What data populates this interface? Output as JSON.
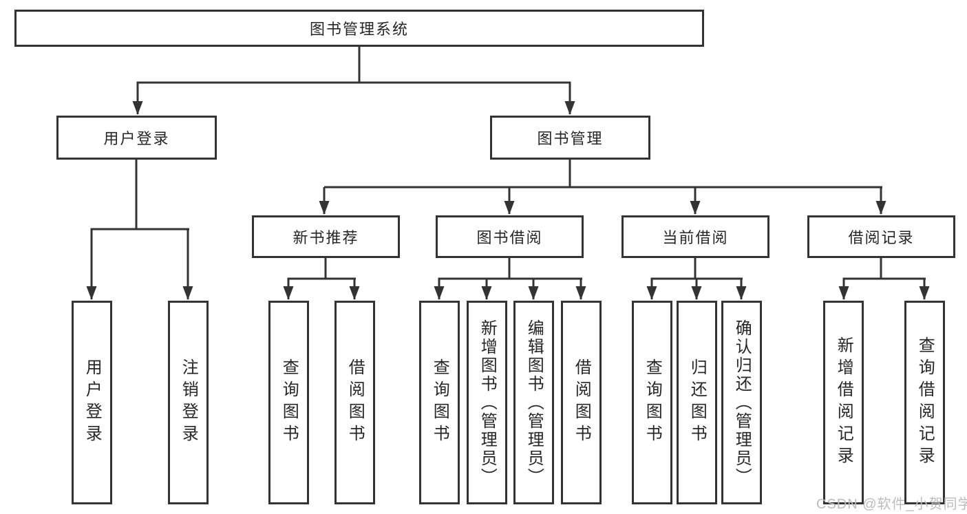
{
  "diagram": {
    "root": {
      "label": "图书管理系统"
    },
    "level2": [
      {
        "label": "用户登录"
      },
      {
        "label": "图书管理"
      }
    ],
    "level3": [
      {
        "label": "新书推荐",
        "parent": "图书管理"
      },
      {
        "label": "图书借阅",
        "parent": "图书管理"
      },
      {
        "label": "当前借阅",
        "parent": "图书管理"
      },
      {
        "label": "借阅记录",
        "parent": "图书管理"
      }
    ],
    "leaves": [
      {
        "label": "用户登录",
        "parent": "用户登录"
      },
      {
        "label": "注销登录",
        "parent": "用户登录"
      },
      {
        "label": "查询图书",
        "parent": "新书推荐"
      },
      {
        "label": "借阅图书",
        "parent": "新书推荐"
      },
      {
        "label": "查询图书",
        "parent": "图书借阅"
      },
      {
        "label": "新增图书（管理员）",
        "parent": "图书借阅"
      },
      {
        "label": "编辑图书（管理员）",
        "parent": "图书借阅"
      },
      {
        "label": "借阅图书",
        "parent": "图书借阅"
      },
      {
        "label": "查询图书",
        "parent": "当前借阅"
      },
      {
        "label": "归还图书",
        "parent": "当前借阅"
      },
      {
        "label": "确认归还（管理员）",
        "parent": "当前借阅"
      },
      {
        "label": "新增借阅记录",
        "parent": "借阅记录"
      },
      {
        "label": "查询借阅记录",
        "parent": "借阅记录"
      }
    ],
    "watermark": "CSDN @软件_小贺同学",
    "colors": {
      "line": "#333333",
      "text": "#262626",
      "box_background": "#ffffff",
      "watermark": "#bcbcbc",
      "background": "#ffffff"
    }
  }
}
